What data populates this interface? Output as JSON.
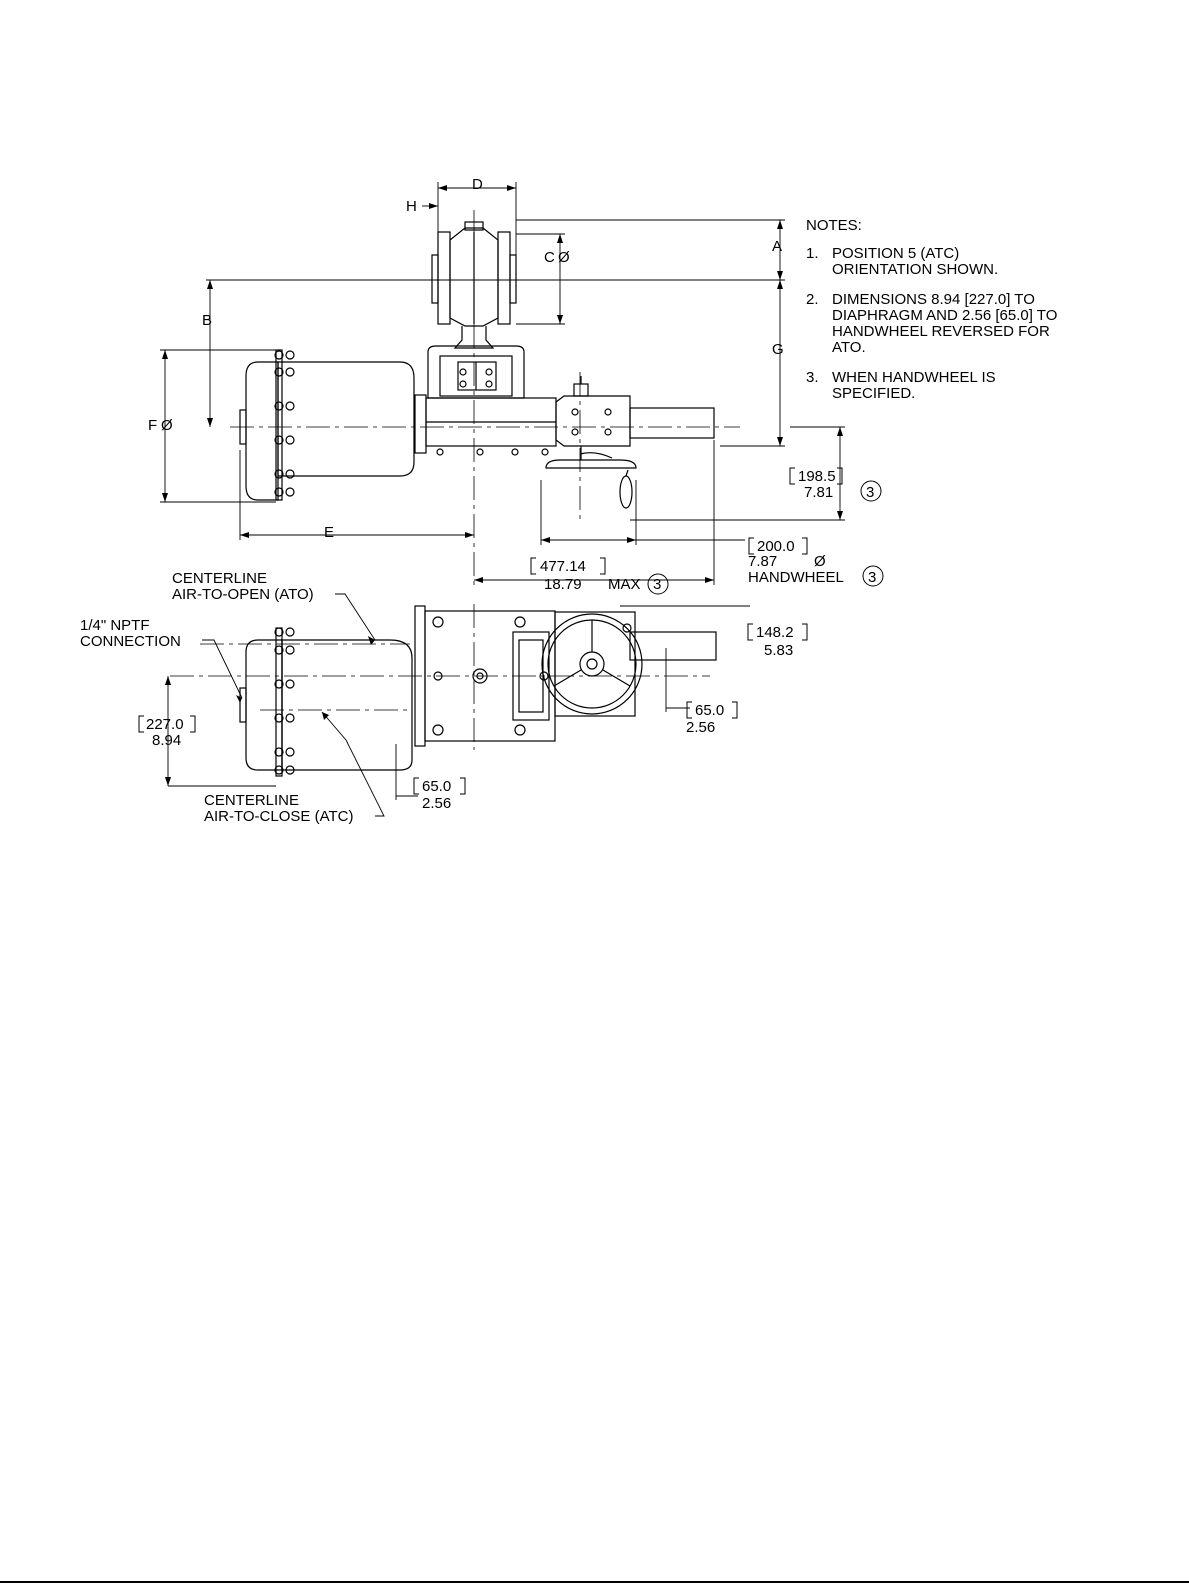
{
  "notes": {
    "title": "NOTES:",
    "items": [
      {
        "num": "1.",
        "text": "POSITION 5 (ATC) ORIENTATION SHOWN."
      },
      {
        "num": "2.",
        "text": "DIMENSIONS 8.94 [227.0] TO DIAPHRAGM AND 2.56 [65.0] TO HANDWHEEL REVERSED FOR ATO."
      },
      {
        "num": "3.",
        "text": "WHEN HANDWHEEL IS SPECIFIED."
      }
    ]
  },
  "dims": {
    "A": "A",
    "B": "B",
    "C": "C",
    "D": "D",
    "E": "E",
    "F": "F",
    "G": "G",
    "H": "H",
    "dia": "Ø",
    "d_198_mm": "198.5",
    "d_198_in": "7.81",
    "d_200_mm": "200.0",
    "d_200_in": "7.87",
    "handwheel": "HANDWHEEL",
    "d_477_mm": "477.14",
    "d_477_in": "18.79",
    "max": "MAX",
    "d_148_mm": "148.2",
    "d_148_in": "5.83",
    "d_65a_mm": "65.0",
    "d_65a_in": "2.56",
    "d_227_mm": "227.0",
    "d_227_in": "8.94",
    "d_65b_mm": "65.0",
    "d_65b_in": "2.56",
    "note_ref": "3"
  },
  "labels": {
    "cl_ato_1": "CENTERLINE",
    "cl_ato_2": "AIR-TO-OPEN (ATO)",
    "nptf_1": "1/4\" NPTF",
    "nptf_2": "CONNECTION",
    "cl_atc_1": "CENTERLINE",
    "cl_atc_2": "AIR-TO-CLOSE (ATC)"
  }
}
